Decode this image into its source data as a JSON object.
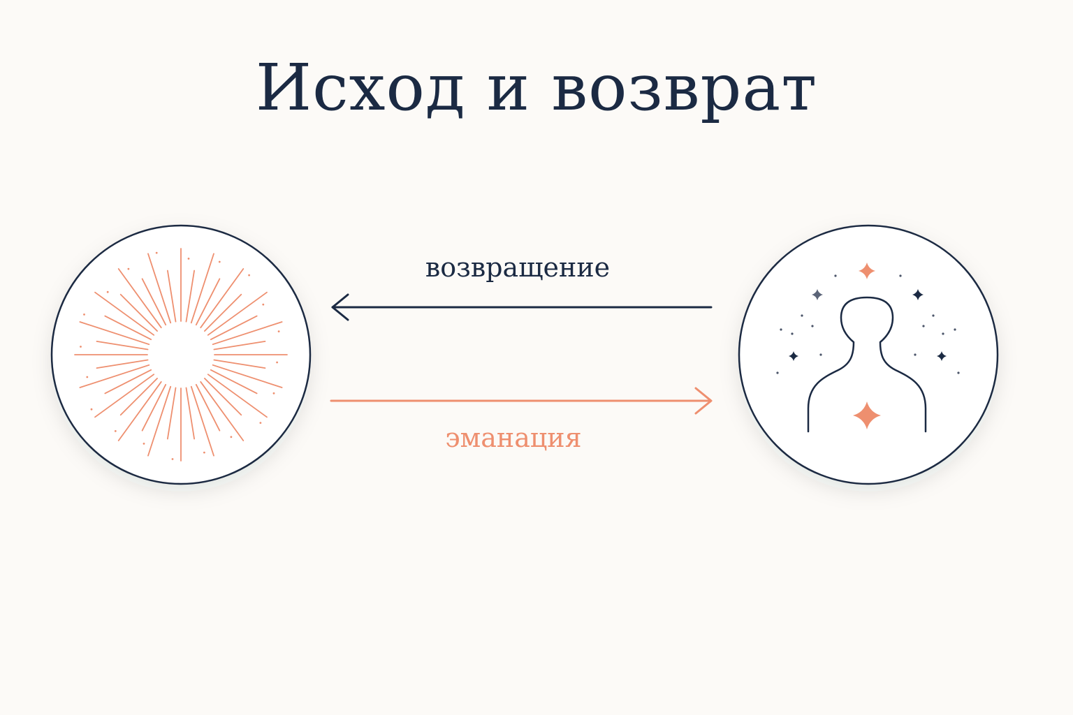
{
  "title": "Исход и возврат",
  "nodes": {
    "source": {
      "name": "source-node",
      "icon": "radiant-sun-icon"
    },
    "soul": {
      "name": "soul-node",
      "icon": "human-silhouette-icon"
    }
  },
  "edges": {
    "return": {
      "label": "возвращение",
      "color": "#1b2a43",
      "direction": "right-to-left"
    },
    "emanation": {
      "label": "эманация",
      "color": "#ee8f6f",
      "direction": "left-to-right"
    }
  },
  "colors": {
    "background": "#fcfaf7",
    "ink": "#1b2a43",
    "accent": "#ee8f6f"
  }
}
